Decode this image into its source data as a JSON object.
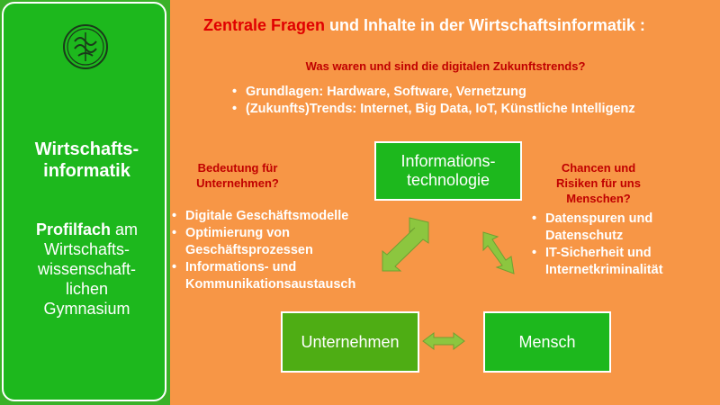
{
  "sidebar": {
    "title_line1": "Wirtschafts-",
    "title_line2": "informatik",
    "subtitle_bold": "Profilfach",
    "subtitle_rest": " am",
    "subtitle_lines": [
      "Wirtschafts-",
      "wissenschaft-",
      "lichen",
      "Gymnasium"
    ]
  },
  "header": {
    "highlight": "Zentrale Fragen",
    "rest": " und Inhalte in der Wirtschaftsinformatik :"
  },
  "question": "Was waren und sind die digitalen Zukunftstrends?",
  "top_bullets": [
    "Grundlagen: Hardware, Software, Vernetzung",
    "(Zukunfts)Trends: Internet, Big Data, IoT, Künstliche Intelligenz"
  ],
  "left_heading": [
    "Bedeutung für",
    "Unternehmen?"
  ],
  "left_bullets": [
    "Digitale Geschäftsmodelle",
    "Optimierung von Geschäftsprozessen",
    " Informations- und Kommunikationsaustausch"
  ],
  "right_heading": [
    "Chancen und",
    "Risiken für uns",
    "Menschen?"
  ],
  "right_bullets": [
    "Datenspuren und Datenschutz",
    "IT-Sicherheit und Internetkriminalität"
  ],
  "boxes": {
    "it_line1": "Informations-",
    "it_line2": "technologie",
    "unternehmen": "Unternehmen",
    "mensch": "Mensch"
  },
  "colors": {
    "background": "#F79646",
    "green": "#1DB81D",
    "red": "#E00000",
    "arrow": "#8CC63F"
  }
}
